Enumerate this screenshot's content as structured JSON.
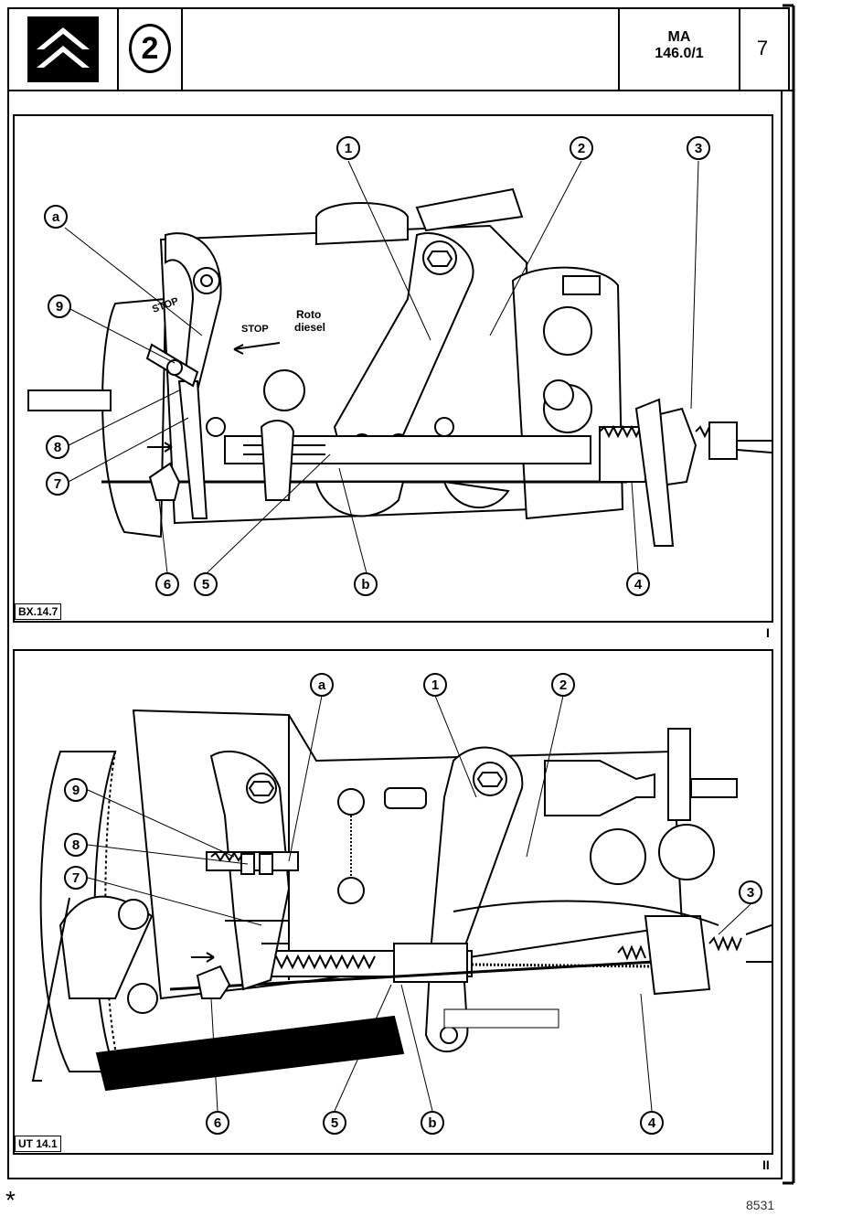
{
  "header": {
    "section_number": "2",
    "reference_line1": "MA",
    "reference_line2": "146.0/1",
    "page_number": "7"
  },
  "figure_top": {
    "label": "BX.14.7",
    "roman": "I",
    "callouts": {
      "c1": "1",
      "c2": "2",
      "c3": "3",
      "ca": "a",
      "c9": "9",
      "c8": "8",
      "c7": "7",
      "c6": "6",
      "c5": "5",
      "cb": "b",
      "c4": "4"
    },
    "pump_text": {
      "stop1": "STOP",
      "stop2": "STOP",
      "brand1": "Roto",
      "brand2": "diesel"
    }
  },
  "figure_bottom": {
    "label": "UT 14.1",
    "roman": "II",
    "callouts": {
      "ca": "a",
      "c1": "1",
      "c2": "2",
      "c9": "9",
      "c8": "8",
      "c7": "7",
      "c3": "3",
      "c6": "6",
      "c5": "5",
      "cb": "b",
      "c4": "4"
    }
  },
  "footer": {
    "asterisk": "*",
    "code": "8531"
  }
}
